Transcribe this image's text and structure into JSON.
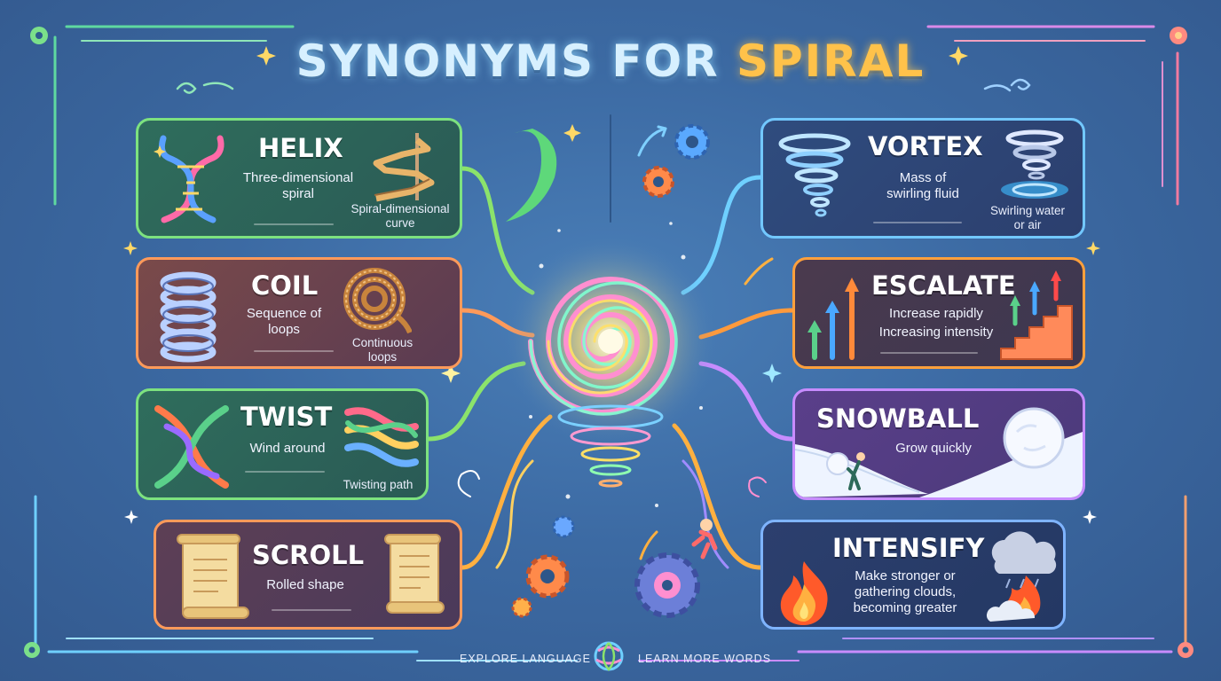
{
  "title": {
    "part1": "SYNONYMS FOR ",
    "part2": "SPIRAL"
  },
  "colors": {
    "background": "#3c6aa3",
    "title_accent": "#ffc24a",
    "green_border": "#7de27f",
    "orange_border": "#ff9a5a",
    "blue_border": "#72c8ff",
    "purple_border": "#c78cff"
  },
  "cards": {
    "helix": {
      "word": "HELIX",
      "definition": [
        "Three-dimensional",
        "spiral"
      ],
      "note": [
        "Spiral-dimensional",
        "curve"
      ],
      "icons": [
        "dna-icon",
        "spiral-staircase-icon"
      ]
    },
    "coil": {
      "word": "COIL",
      "definition": [
        "Sequence of",
        "loops"
      ],
      "note": [
        "Continuous",
        "loops"
      ],
      "icons": [
        "spring-icon",
        "rope-coil-icon"
      ]
    },
    "twist": {
      "word": "TWIST",
      "definition": [
        "Wind around"
      ],
      "note": [
        "Twisting path"
      ],
      "icons": [
        "twisted-ribbons-icon",
        "braid-icon"
      ]
    },
    "scroll": {
      "word": "SCROLL",
      "definition": [
        "Rolled shape"
      ],
      "note": [],
      "icons": [
        "paper-scroll-icon",
        "paper-scroll-icon"
      ]
    },
    "vortex": {
      "word": "VORTEX",
      "definition": [
        "Mass of",
        "swirling fluid"
      ],
      "note": [
        "Swirling water",
        "or air"
      ],
      "icons": [
        "tornado-icon",
        "whirlpool-icon"
      ]
    },
    "escalate": {
      "word": "ESCALATE",
      "definition": [
        "Increase rapidly",
        "Increasing intensity"
      ],
      "note": [],
      "icons": [
        "rising-arrows-icon",
        "staircase-icon"
      ]
    },
    "snowball": {
      "word": "SNOWBALL",
      "definition": [
        "Grow quickly"
      ],
      "note": [],
      "icons": [
        "snowball-icon",
        "snowy-hill-icon"
      ]
    },
    "intensify": {
      "word": "INTENSIFY",
      "definition": [
        "Make stronger or",
        "gathering clouds,",
        "becoming greater"
      ],
      "note": [],
      "icons": [
        "flame-icon",
        "storm-cloud-icon"
      ]
    }
  },
  "footer": {
    "left": "EXPLORE LANGUAGE",
    "right": "LEARN MORE WORDS"
  }
}
